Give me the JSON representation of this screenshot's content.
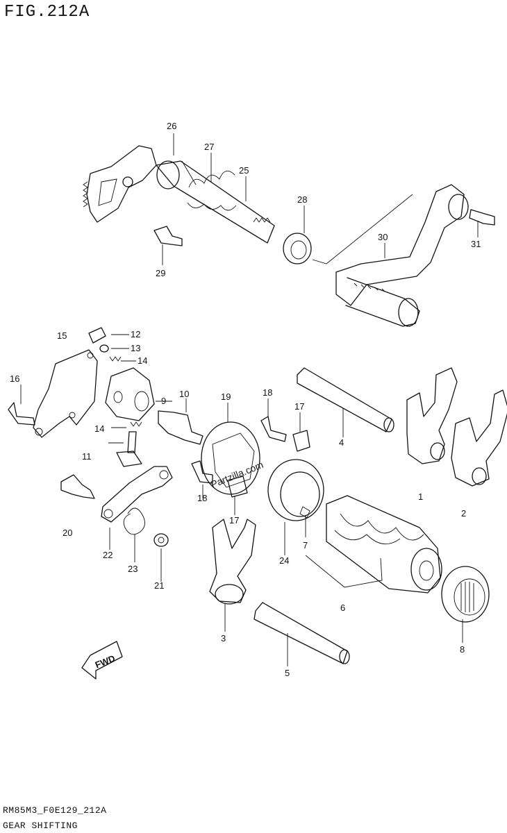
{
  "header": {
    "figure_title": "FIG.212A"
  },
  "footer": {
    "code": "RM85M3_F0E129_212A",
    "name": "GEAR SHIFTING"
  },
  "watermark": {
    "text": "Partzilla.com"
  },
  "direction": {
    "label": "FWD"
  },
  "callouts": [
    "1",
    "2",
    "3",
    "4",
    "5",
    "6",
    "7",
    "8",
    "9",
    "10",
    "11",
    "12",
    "13",
    "14",
    "14",
    "15",
    "16",
    "17",
    "17",
    "18",
    "18",
    "19",
    "20",
    "21",
    "22",
    "23",
    "24",
    "25",
    "26",
    "27",
    "28",
    "29",
    "30",
    "31"
  ]
}
